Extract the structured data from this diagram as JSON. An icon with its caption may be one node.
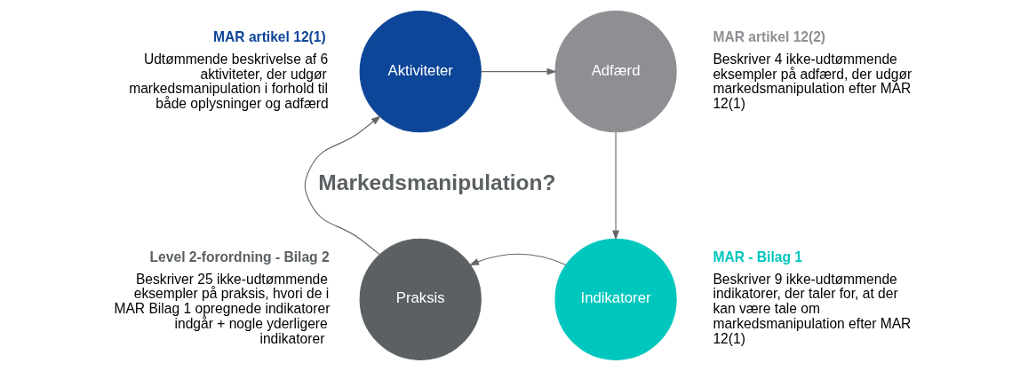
{
  "diagram": {
    "nodes": [
      {
        "text": [
          "Aktiviteter"
        ],
        "beside": [
          "MAR artikel 12(1)",
          "Udtømmende beskrivelse af 6 aktiviteter, der udgør markedsmanipulation i forhold til både oplysninger og adfærd"
        ]
      },
      {
        "text": [
          "Adfærd"
        ],
        "beside": [
          "MAR artikel 12(2)",
          "Beskriver 4 ikke-udtømmende eksempler på adfærd, der udgør markedsmanipulation efter MAR 12(1)"
        ]
      },
      {
        "text": [
          "Indikatorer"
        ],
        "beside": [
          "MAR - Bilag 1",
          "Beskriver 9 ikke-udtømmende indikatorer, der taler for, at der kan være tale om markedsmanipulation efter MAR 12(1)"
        ]
      },
      {
        "text": [
          "Praksis"
        ],
        "beside": [
          "Level 2-forordning - Bilag 2",
          "Beskriver 25 ikke-udtømmende eksempler på praksis, hvori de i MAR Bilag 1 opregnede indikatorer indgår + nogle yderligere indikatorer"
        ]
      }
    ],
    "edges": [
      {
        "from": 0,
        "to": 1,
        "arrow": "to"
      },
      {
        "from": 1,
        "to": 2,
        "arrow": "to"
      },
      {
        "from": 2,
        "to": 3,
        "arrow": "to"
      },
      {
        "from": 3,
        "to": 0,
        "arrow": "to"
      }
    ],
    "labels": [
      "Markedsmanipulation?"
    ]
  }
}
